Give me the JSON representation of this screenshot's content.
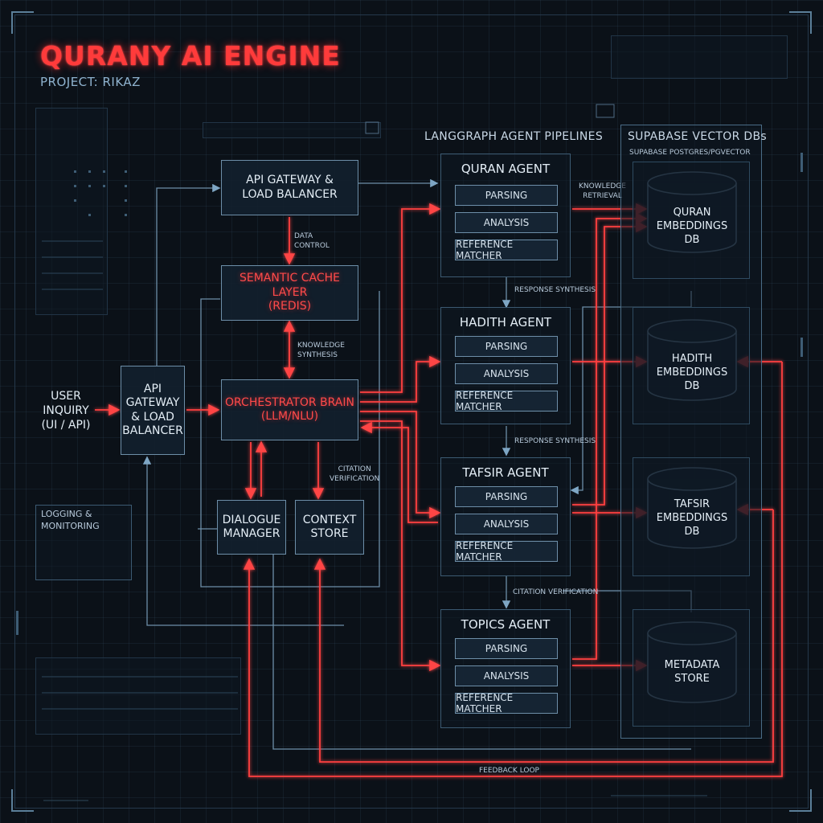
{
  "title": "QURANY AI ENGINE",
  "subtitle": "PROJECT: RIKAZ",
  "colors": {
    "background": "#0b1118",
    "accent_red": "#ff3b3b",
    "line_blue": "#6d8ea8"
  },
  "input": {
    "label": "USER\nINQUIRY\n(UI / API)"
  },
  "entry_gateway": "API\nGATEWAY\n& LOAD\nBALANCER",
  "top_gateway": "API GATEWAY &\nLOAD BALANCER",
  "cache": "SEMANTIC CACHE LAYER\n(REDIS)",
  "orchestrator": "ORCHESTRATOR BRAIN\n(LLM/NLU)",
  "dialogue_manager": "DIALOGUE\nMANAGER",
  "context_store": "CONTEXT\nSTORE",
  "logging": "LOGGING &\nMONITORING",
  "labels": {
    "data_control": "DATA\nCONTROL",
    "knowledge_synthesis": "KNOWLEDGE\nSYNTHESIS",
    "citation_verification_left": "CITATION\nVERIFICATION",
    "knowledge_retrieval": "KNOWLEDGE\nRETRIEVAL",
    "response_synthesis_1": "RESPONSE SYNTHESIS",
    "response_synthesis_2": "RESPONSE SYNTHESIS",
    "citation_verification_right": "CITATION VERIFICATION",
    "feedback_loop": "FEEDBACK LOOP"
  },
  "pipelines_header": "LANGGRAPH AGENT PIPELINES",
  "agents": [
    {
      "name": "QURAN AGENT",
      "steps": [
        "PARSING",
        "ANALYSIS",
        "REFERENCE MATCHER"
      ]
    },
    {
      "name": "HADITH AGENT",
      "steps": [
        "PARSING",
        "ANALYSIS",
        "REFERENCE MATCHER"
      ]
    },
    {
      "name": "TAFSIR AGENT",
      "steps": [
        "PARSING",
        "ANALYSIS",
        "REFERENCE MATCHER"
      ]
    },
    {
      "name": "TOPICS AGENT",
      "steps": [
        "PARSING",
        "ANALYSIS",
        "REFERENCE MATCHER"
      ]
    }
  ],
  "vector_dbs": {
    "header": "SUPABASE VECTOR DBs",
    "subheader": "SUPABASE POSTGRES/PGVECTOR",
    "stores": [
      "QURAN\nEMBEDDINGS\nDB",
      "HADITH\nEMBEDDINGS\nDB",
      "TAFSIR\nEMBEDDINGS\nDB",
      "METADATA\nSTORE"
    ]
  }
}
